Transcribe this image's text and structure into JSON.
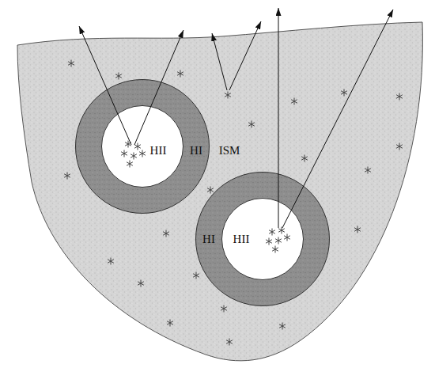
{
  "diagram": {
    "nodes": [
      {
        "text": [
          "ISM"
        ]
      },
      {
        "text": [
          "HI"
        ],
        "in": 0
      },
      {
        "text": [
          "HII"
        ],
        "in": 1
      },
      {
        "text": [
          "HI"
        ],
        "in": 0
      },
      {
        "text": [
          "HII"
        ],
        "in": 3
      }
    ]
  }
}
